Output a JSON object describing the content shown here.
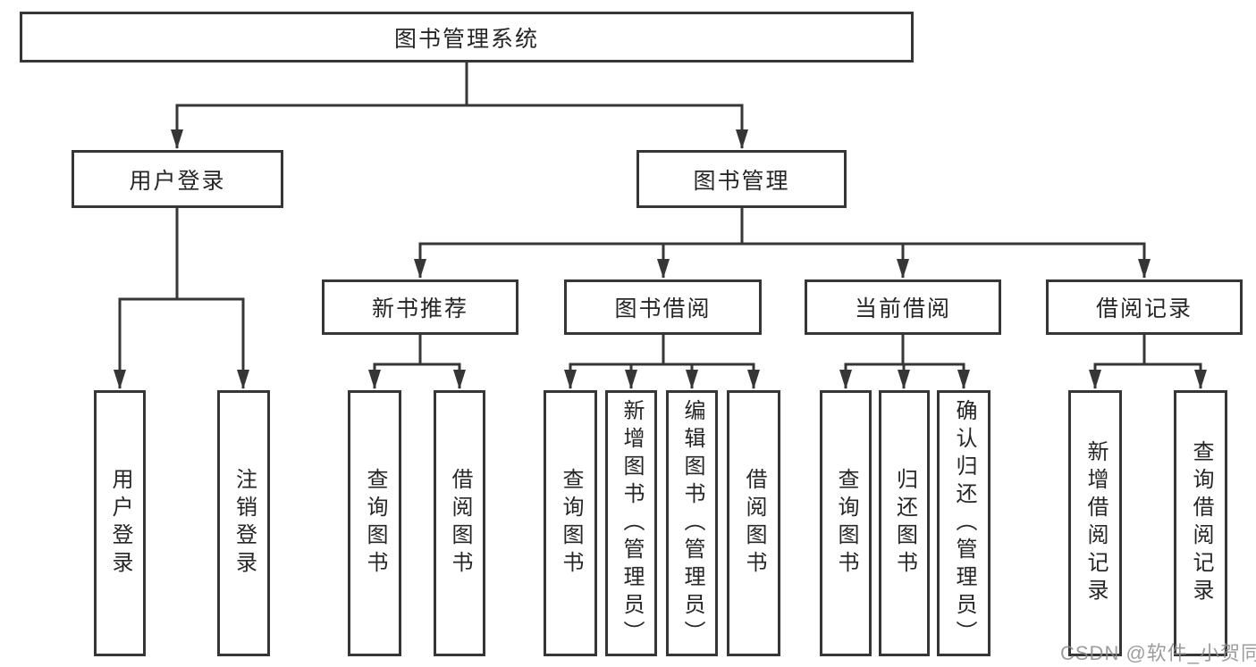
{
  "diagram_title": "图书管理系统",
  "nodes": {
    "sys": "图书管理系统",
    "user_login": "用户登录",
    "book_mgmt": "图书管理",
    "new_rec": "新书推荐",
    "book_borrow": "图书借阅",
    "current_borrow": "当前借阅",
    "borrow_records": "借阅记录",
    "login": "用户登录",
    "logout": "注销登录",
    "nr_query": "查询图书",
    "nr_borrow": "借阅图书",
    "bb_query": "查询图书",
    "bb_add": "新增图书（管理员）",
    "bb_edit": "编辑图书（管理员）",
    "bb_borrow": "借阅图书",
    "cb_query": "查询图书",
    "cb_return": "归还图书",
    "cb_confirm": "确认归还（管理员）",
    "br_add": "新增借阅记录",
    "br_query": "查询借阅记录"
  },
  "structure": {
    "图书管理系统": {
      "用户登录": [
        "用户登录",
        "注销登录"
      ],
      "图书管理": {
        "新书推荐": [
          "查询图书",
          "借阅图书"
        ],
        "图书借阅": [
          "查询图书",
          "新增图书（管理员）",
          "编辑图书（管理员）",
          "借阅图书"
        ],
        "当前借阅": [
          "查询图书",
          "归还图书",
          "确认归还（管理员）"
        ],
        "借阅记录": [
          "新增借阅记录",
          "查询借阅记录"
        ]
      }
    }
  },
  "watermark": "CSDN @软件_小贺同学",
  "colors": {
    "line": "#363636",
    "text": "#262626",
    "background": "#ffffff",
    "watermark": "#8c8c8c"
  }
}
